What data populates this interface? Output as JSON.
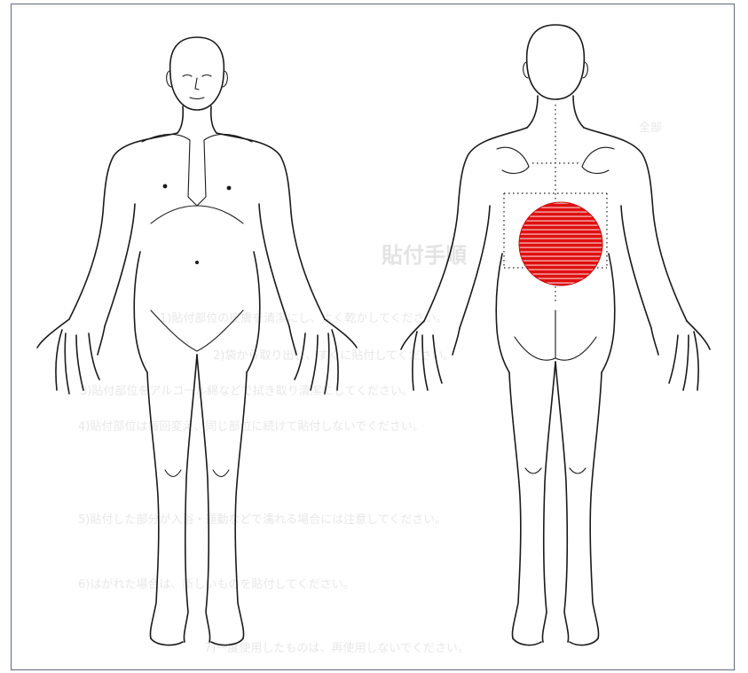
{
  "figure": {
    "front_view": "front-body-outline",
    "back_view": "back-body-outline"
  },
  "marker": {
    "shape": "circle",
    "fill_color": "#e01010",
    "stripe_color": "#ffffff",
    "location": "lower back"
  },
  "bleed_through": {
    "header_mark": "全部",
    "section_title": "貼付手順",
    "lines": [
      "1)貼付部位の皮膚を清潔にし、よく乾かしてください。",
      "2)袋から取り出し、すぐに貼付してください。",
      "3)貼付部位をアルコール綿などで拭き取り清潔にしてください。",
      "4)貼付部位は毎回変え、同じ部位に続けて貼付しないでください。",
      "5)貼付した部分が入浴・運動などで濡れる場合には注意してください。",
      "6)はがれた場合は、新しいものを貼付してください。",
      "7)一度使用したものは、再使用しないでください。"
    ]
  }
}
